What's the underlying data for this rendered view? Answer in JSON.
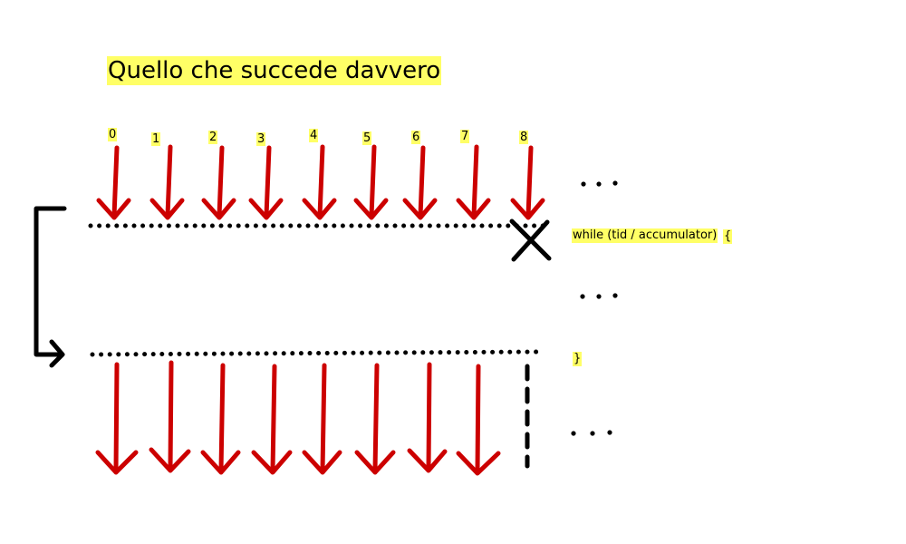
{
  "title": "Quello che succede davvero",
  "thread_ids": [
    "0",
    "1",
    "2",
    "3",
    "4",
    "5",
    "6",
    "7",
    "8"
  ],
  "code": {
    "loop_open": "while (tid / accumulator)",
    "open_brace": "{",
    "close_brace": "}"
  },
  "colors": {
    "arrow": "#cc0000",
    "ink": "#000000",
    "highlight": "#ffff66"
  }
}
